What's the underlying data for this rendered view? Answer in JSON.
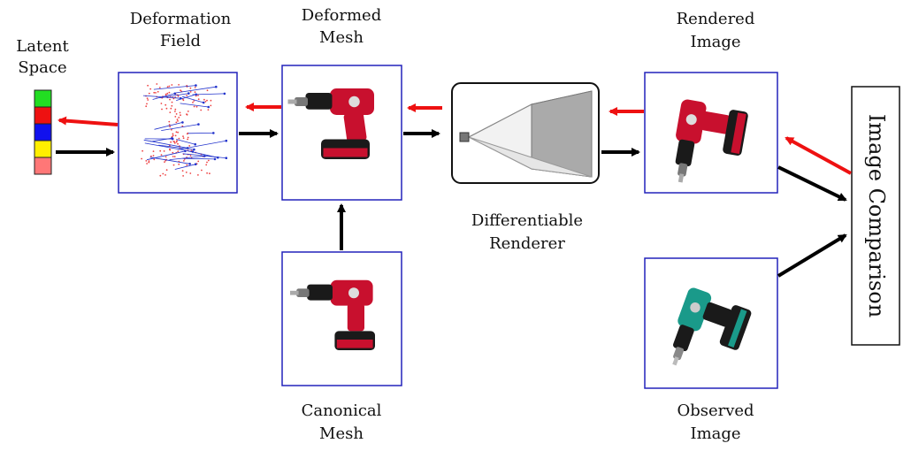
{
  "labels": {
    "latent_space": [
      "Latent",
      "Space"
    ],
    "deformation_field": [
      "Deformation",
      "Field"
    ],
    "deformed_mesh": [
      "Deformed",
      "Mesh"
    ],
    "differentiable_renderer": [
      "Differentiable",
      "Renderer"
    ],
    "rendered_image": [
      "Rendered",
      "Image"
    ],
    "canonical_mesh": [
      "Canonical",
      "Mesh"
    ],
    "observed_image": [
      "Observed",
      "Image"
    ],
    "image_comparison": "Image Comparison"
  },
  "latent_cells": [
    "#22dd22",
    "#ee1111",
    "#1111ee",
    "#ffee00",
    "#ff7777"
  ],
  "colors": {
    "forward_arrow": "#000000",
    "backward_arrow": "#ee1111",
    "panel_border": "#2222bb",
    "drill_red": "#c8102e",
    "drill_teal": "#1a9a8a",
    "drill_dark": "#1a1a1a"
  },
  "icons": {
    "deformation_field": "vector-field-icon",
    "drill": "power-drill-icon",
    "camera": "camera-frustum-icon"
  }
}
